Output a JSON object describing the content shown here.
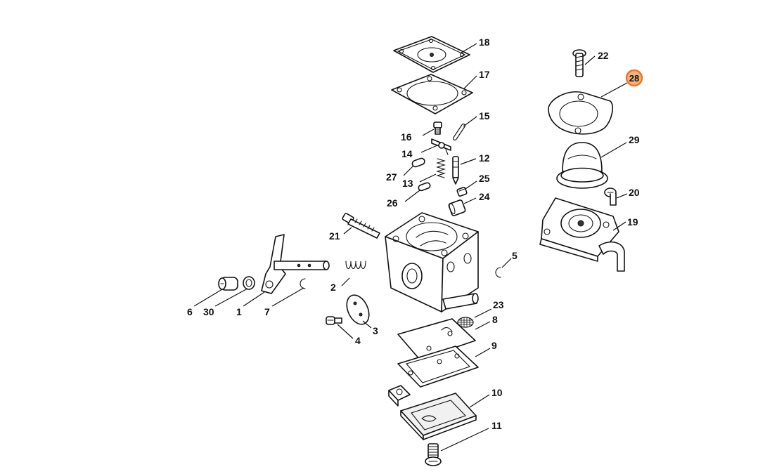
{
  "diagram": {
    "callouts": [
      {
        "label": "18"
      },
      {
        "label": "17"
      },
      {
        "label": "15"
      },
      {
        "label": "16"
      },
      {
        "label": "14"
      },
      {
        "label": "12"
      },
      {
        "label": "27"
      },
      {
        "label": "13"
      },
      {
        "label": "25"
      },
      {
        "label": "26"
      },
      {
        "label": "24"
      },
      {
        "label": "21"
      },
      {
        "label": "5"
      },
      {
        "label": "2"
      },
      {
        "label": "6"
      },
      {
        "label": "30"
      },
      {
        "label": "1"
      },
      {
        "label": "7"
      },
      {
        "label": "23"
      },
      {
        "label": "8"
      },
      {
        "label": "3"
      },
      {
        "label": "4"
      },
      {
        "label": "9"
      },
      {
        "label": "10"
      },
      {
        "label": "11"
      },
      {
        "label": "22"
      },
      {
        "label": "29"
      },
      {
        "label": "20"
      },
      {
        "label": "19"
      }
    ],
    "highlighted": {
      "label": "28"
    },
    "colors": {
      "highlight_stroke": "#e8772e",
      "highlight_fill": "#f4b27f",
      "ink": "#111111"
    }
  }
}
